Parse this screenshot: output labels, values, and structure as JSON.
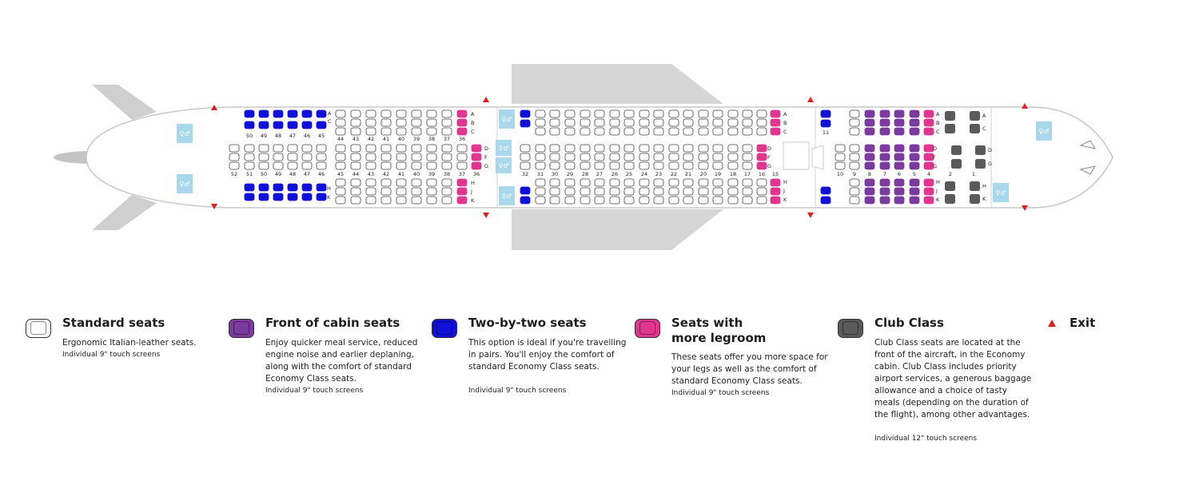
{
  "colors": {
    "standard": "#ffffff",
    "front": "#7b3a9e",
    "two_by_two": "#1010d8",
    "legroom": "#e0368e",
    "club": "#5a5a5a",
    "exit": "#e02020",
    "toilet": "#a9d8ec"
  },
  "rows": {
    "rear_top_upper": [
      "50",
      "49",
      "48",
      "47",
      "46",
      "45",
      "44",
      "43",
      "42",
      "41",
      "40",
      "39",
      "38",
      "37",
      "36"
    ],
    "rear_mid": [
      "52",
      "51",
      "50",
      "49",
      "48",
      "47",
      "46",
      "45",
      "44",
      "43",
      "42",
      "41",
      "40",
      "39",
      "38",
      "37",
      "36"
    ],
    "front_mid": [
      "32",
      "31",
      "30",
      "29",
      "28",
      "27",
      "26",
      "25",
      "24",
      "23",
      "22",
      "21",
      "20",
      "19",
      "18",
      "17",
      "16",
      "15"
    ],
    "club_side": [
      "11"
    ],
    "first_mid": [
      "10",
      "9",
      "8",
      "7",
      "6",
      "5",
      "4"
    ],
    "club_mid": [
      "2",
      "1"
    ]
  },
  "seat_letters": {
    "rear_top": [
      "A",
      "C"
    ],
    "rear_top_pink": [
      "A",
      "B",
      "C"
    ],
    "rear_mid": [
      "D",
      "F",
      "G"
    ],
    "rear_bottom": [
      "H",
      "K"
    ],
    "rear_bottom_pink": [
      "H",
      "J",
      "K"
    ],
    "front_top": [
      "A",
      "B",
      "C"
    ],
    "front_mid": [
      "D",
      "F",
      "G"
    ],
    "front_bottom": [
      "H",
      "J",
      "K"
    ],
    "club_top": [
      "A",
      "C"
    ],
    "club_mid": [
      "D",
      "G"
    ],
    "club_bottom": [
      "H",
      "K"
    ]
  },
  "legend": {
    "standard": {
      "title": "Standard seats",
      "desc": "Ergonomic Italian-leather seats.",
      "note": "Individual 9\" touch screens"
    },
    "front": {
      "title": "Front of cabin seats",
      "desc": "Enjoy quicker meal service, reduced engine noise and earlier deplaning, along with the comfort of standard Economy Class seats.",
      "note": "Individual 9\" touch screens"
    },
    "two_by_two": {
      "title": "Two-by-two seats",
      "desc": "This option is ideal if you're travelling in pairs. You'll enjoy the comfort of standard Economy Class seats.",
      "note": "Individual 9\" touch screens"
    },
    "legroom": {
      "title": "Seats with more legroom",
      "desc": "These seats offer you more space for your legs as well as the comfort of standard Economy Class seats.",
      "note": "Individual 9\" touch screens"
    },
    "club": {
      "title": "Club Class",
      "desc": "Club Class seats are located at the front of the aircraft, in the Economy cabin. Club Class includes priority airport services, a generous baggage allowance and a choice of tasty meals (depending on the duration of the flight), among other advantages.",
      "note": "Individual 12\" touch screens"
    },
    "exit": {
      "title": "Exit"
    }
  }
}
